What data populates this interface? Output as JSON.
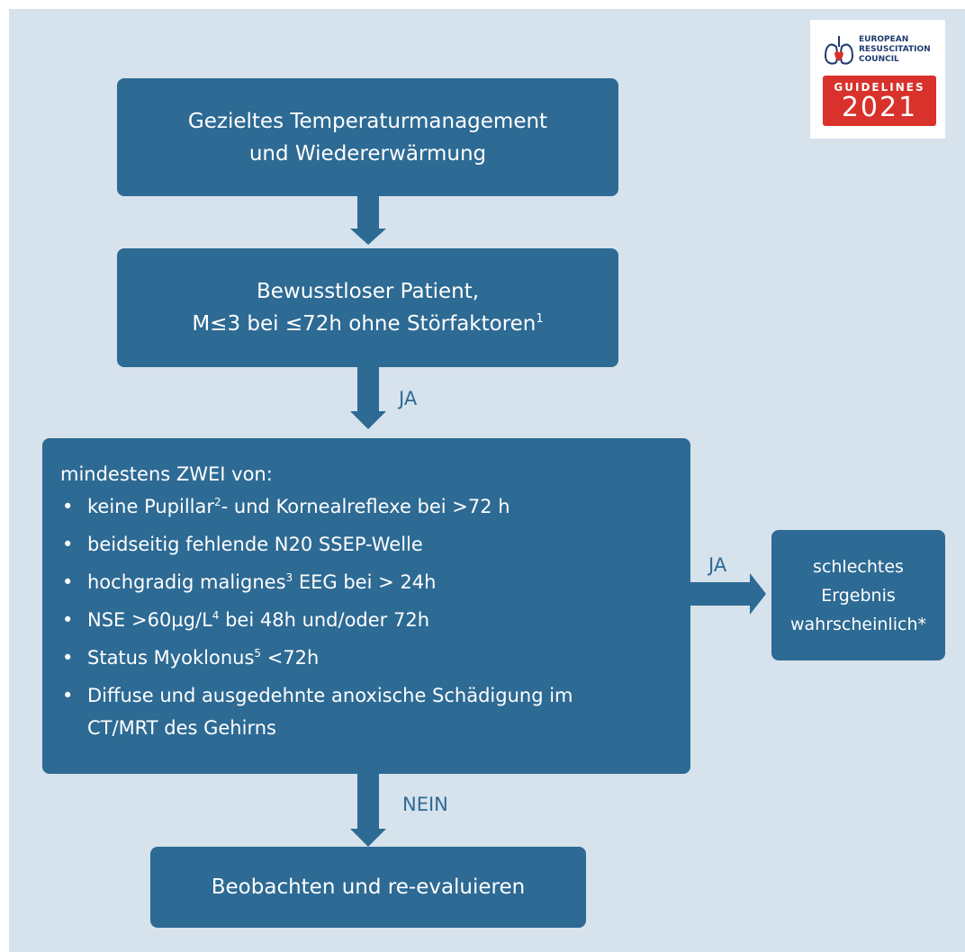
{
  "flowchart": {
    "box1": {
      "line1": "Gezieltes Temperaturmanagement",
      "line2": "und Wiedererwärmung"
    },
    "box2": {
      "line1": "Bewusstloser Patient,",
      "line2_main": "M≤3 bei ≤72h ohne Störfaktoren",
      "line2_sup": "1"
    },
    "label_ja_1": "JA",
    "criteria": {
      "heading": "mindestens ZWEI von:",
      "bullet": "•",
      "items": [
        {
          "pre": "keine Pupillar",
          "sup": "2",
          "post": "- und Kornealreflexe bei >72 h"
        },
        {
          "pre": "beidseitig fehlende N20 SSEP-Welle",
          "sup": "",
          "post": ""
        },
        {
          "pre": "hochgradig malignes",
          "sup": "3",
          "post": " EEG bei > 24h"
        },
        {
          "pre": "NSE >60µg/L",
          "sup": "4",
          "post": " bei 48h und/oder 72h"
        },
        {
          "pre": "Status Myoklonus",
          "sup": "5",
          "post": " <72h"
        },
        {
          "pre": "Diffuse und ausgedehnte anoxische Schädigung im CT/MRT des Gehirns",
          "sup": "",
          "post": ""
        }
      ]
    },
    "label_ja_2": "JA",
    "outcome": {
      "line1": "schlechtes",
      "line2": "Ergebnis",
      "line3": "wahrscheinlich*"
    },
    "label_nein": "NEIN",
    "final": {
      "text": "Beobachten und re-evaluieren"
    }
  },
  "logo": {
    "org_line1": "EUROPEAN",
    "org_line2": "RESUSCITATION",
    "org_line3": "COUNCIL",
    "guidelines": "GUIDELINES",
    "year": "2021"
  },
  "colors": {
    "background": "#d6e2ec",
    "box": "#2d6a94",
    "arrow": "#2d6a94",
    "logo_red": "#d9312b"
  }
}
